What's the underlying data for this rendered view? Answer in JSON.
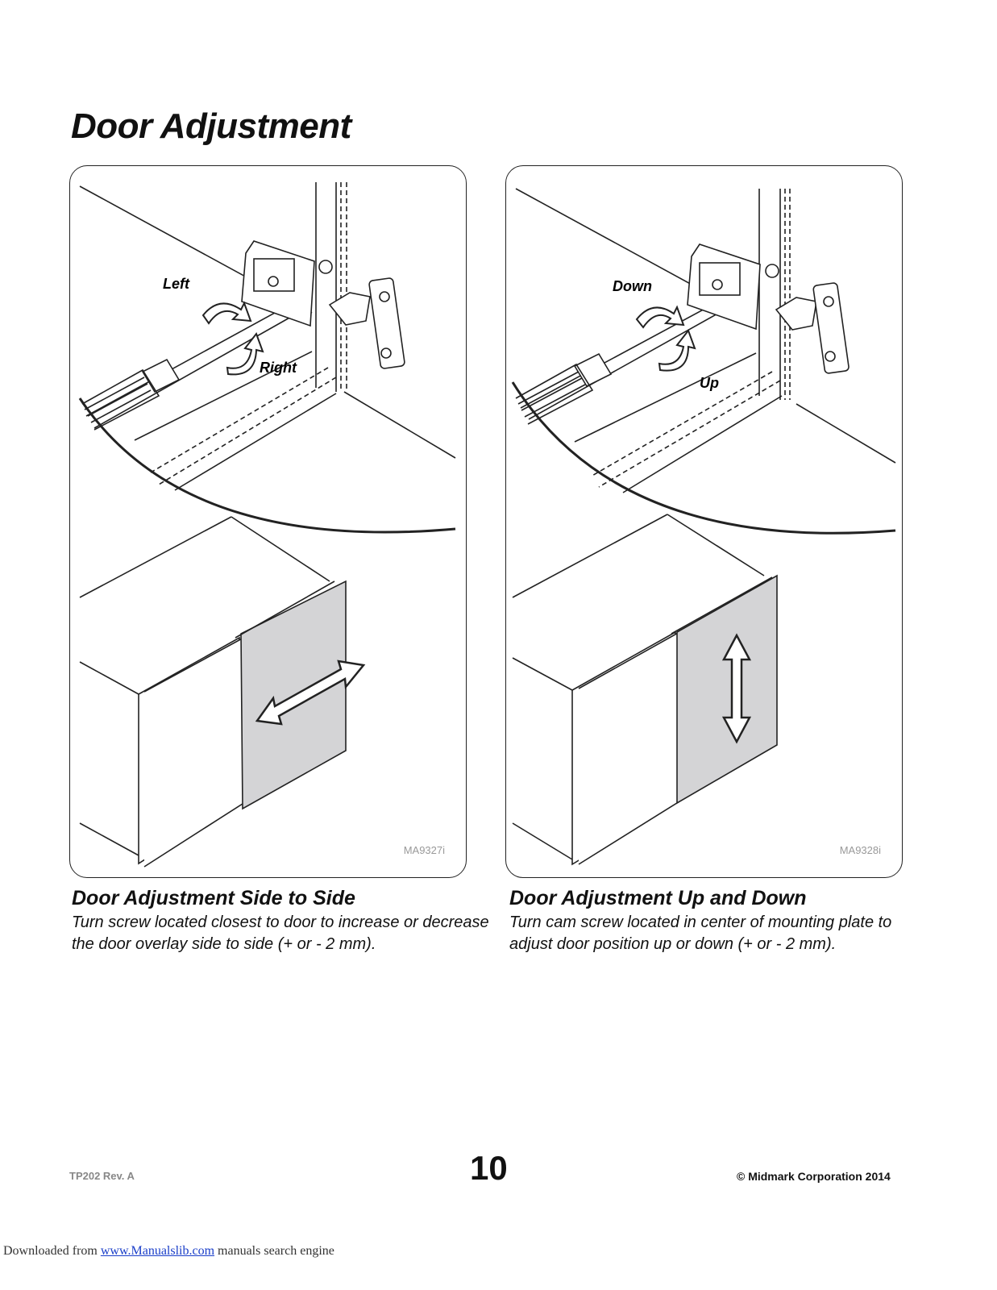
{
  "page": {
    "title": "Door Adjustment"
  },
  "figures": [
    {
      "id_label": "MA9327i",
      "arrow_labels": [
        "Left",
        "Right"
      ],
      "caption_title": "Door Adjustment Side to Side",
      "caption_text": "Turn screw located closest to door to increase or decrease the door overlay side to side (+ or - 2 mm)."
    },
    {
      "id_label": "MA9328i",
      "arrow_labels": [
        "Down",
        "Up"
      ],
      "caption_title": "Door Adjustment Up and Down",
      "caption_text": "Turn cam screw located in center of mounting plate to adjust door position up or down (+ or - 2 mm)."
    }
  ],
  "footer": {
    "doc_ref": "TP202 Rev. A",
    "page_number": "10",
    "copyright": "© Midmark Corporation 2014"
  },
  "download_note": {
    "prefix": "Downloaded from ",
    "link_text": "www.Manualslib.com",
    "suffix": " manuals search engine"
  },
  "colors": {
    "door_fill": "#d4d4d6",
    "link": "#1a3ec9"
  }
}
